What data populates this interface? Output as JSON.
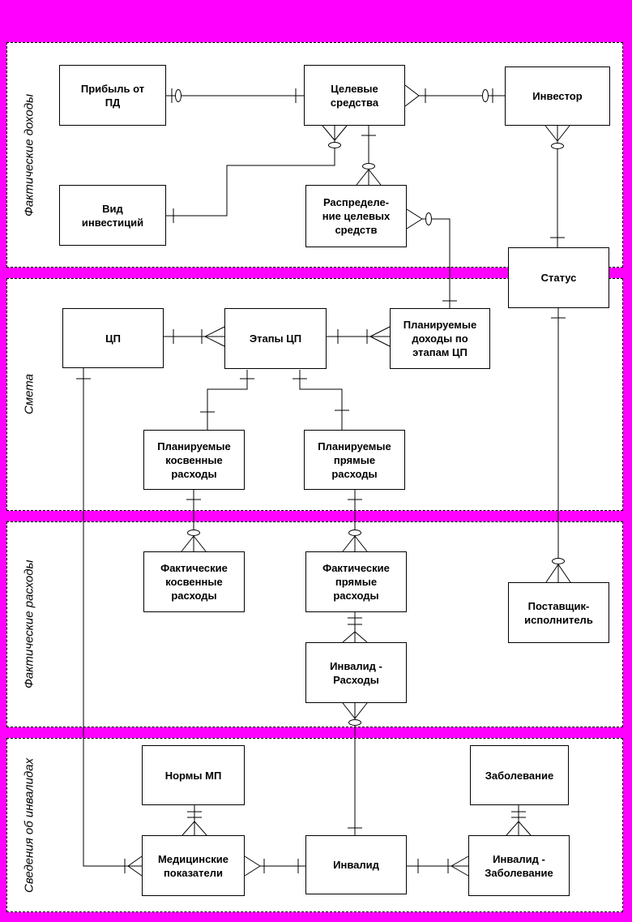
{
  "colors": {
    "background": "#FF00FF",
    "section_fill": "#FFFFFF",
    "line": "#000000",
    "text": "#000000"
  },
  "sections": [
    {
      "label": "Фактические доходы"
    },
    {
      "label": "Смета"
    },
    {
      "label": "Фактические расходы"
    },
    {
      "label": "Сведения об инвалидах"
    }
  ],
  "entities": [
    {
      "label": "Прибыль от\nПД"
    },
    {
      "label": "Целевые\nсредства"
    },
    {
      "label": "Инвестор"
    },
    {
      "label": "Вид\nинвестиций"
    },
    {
      "label": "Распределе-\nние целевых\nсредств"
    },
    {
      "label": "Статус"
    },
    {
      "label": "ЦП"
    },
    {
      "label": "Этапы ЦП"
    },
    {
      "label": "Планируемые\nдоходы по\nэтапам ЦП"
    },
    {
      "label": "Планируемые\nкосвенные\nрасходы"
    },
    {
      "label": "Планируемые\nпрямые\nрасходы"
    },
    {
      "label": "Фактические\nкосвенные\nрасходы"
    },
    {
      "label": "Фактические\nпрямые\nрасходы"
    },
    {
      "label": "Поставщик-\nисполнитель"
    },
    {
      "label": "Инвалид -\nРасходы"
    },
    {
      "label": "Нормы МП"
    },
    {
      "label": "Заболевание"
    },
    {
      "label": "Медицинские\nпоказатели"
    },
    {
      "label": "Инвалид"
    },
    {
      "label": "Инвалид -\nЗаболевание"
    }
  ],
  "relationships": [
    {
      "from": "Прибыль от ПД",
      "to": "Целевые средства",
      "from_end": "one-optional (bar+circle)",
      "to_end": "one (bar)"
    },
    {
      "from": "Целевые средства",
      "to": "Инвестор",
      "from_end": "many (crow's foot)+bar",
      "to_end": "circle+bar"
    },
    {
      "from": "Целевые средства",
      "to": "Вид инвестиций",
      "from_end": "many (crow's foot)+circle",
      "to_end": "one (bar)"
    },
    {
      "from": "Целевые средства",
      "to": "Распределение целевых средств",
      "from_end": "one (bar)",
      "to_end": "circle+many (crow's foot)"
    },
    {
      "from": "Распределение целевых средств",
      "to": "Планируемые доходы по этапам ЦП",
      "from_end": "many (crow's foot)+circle",
      "to_end": "one (bar)"
    },
    {
      "from": "Инвестор",
      "to": "Статус",
      "from_end": "many (crow's foot)+circle",
      "to_end": "one (bar)"
    },
    {
      "from": "Статус",
      "to": "Поставщик-исполнитель",
      "from_end": "one (bar)",
      "to_end": "circle+many (crow's foot)"
    },
    {
      "from": "ЦП",
      "to": "Этапы ЦП",
      "from_end": "one (bar)",
      "to_end": "bar+many (crow's foot)"
    },
    {
      "from": "Этапы ЦП",
      "to": "Планируемые доходы по этапам ЦП",
      "from_end": "one (bar)",
      "to_end": "bar+many (crow's foot)"
    },
    {
      "from": "ЦП",
      "to": "Медицинские показатели",
      "from_end": "one (bar)",
      "to_end": "bar+many (crow's foot)"
    },
    {
      "from": "Этапы ЦП",
      "to": "Планируемые косвенные расходы",
      "from_end": "one (bar)",
      "to_end": "one (bar)"
    },
    {
      "from": "Этапы ЦП",
      "to": "Планируемые прямые расходы",
      "from_end": "one (bar)",
      "to_end": "one (bar)"
    },
    {
      "from": "Планируемые косвенные расходы",
      "to": "Фактические косвенные расходы",
      "from_end": "one (bar)",
      "to_end": "circle+many (crow's foot)"
    },
    {
      "from": "Планируемые прямые расходы",
      "to": "Фактические прямые расходы",
      "from_end": "one (bar)",
      "to_end": "circle+many (crow's foot)"
    },
    {
      "from": "Фактические прямые расходы",
      "to": "Инвалид - Расходы",
      "from_end": "two bars",
      "to_end": "many (crow's foot)"
    },
    {
      "from": "Инвалид - Расходы",
      "to": "Инвалид",
      "from_end": "many (crow's foot)+circle",
      "to_end": "one (bar)"
    },
    {
      "from": "Нормы МП",
      "to": "Медицинские показатели",
      "from_end": "two bars",
      "to_end": "many (crow's foot)"
    },
    {
      "from": "Заболевание",
      "to": "Инвалид - Заболевание",
      "from_end": "two bars",
      "to_end": "many (crow's foot)"
    },
    {
      "from": "Медицинские показатели",
      "to": "Инвалид",
      "from_end": "many (crow's foot)+bar",
      "to_end": "one (bar)"
    },
    {
      "from": "Инвалид",
      "to": "Инвалид - Заболевание",
      "from_end": "one (bar)",
      "to_end": "bar+many (crow's foot)"
    }
  ]
}
